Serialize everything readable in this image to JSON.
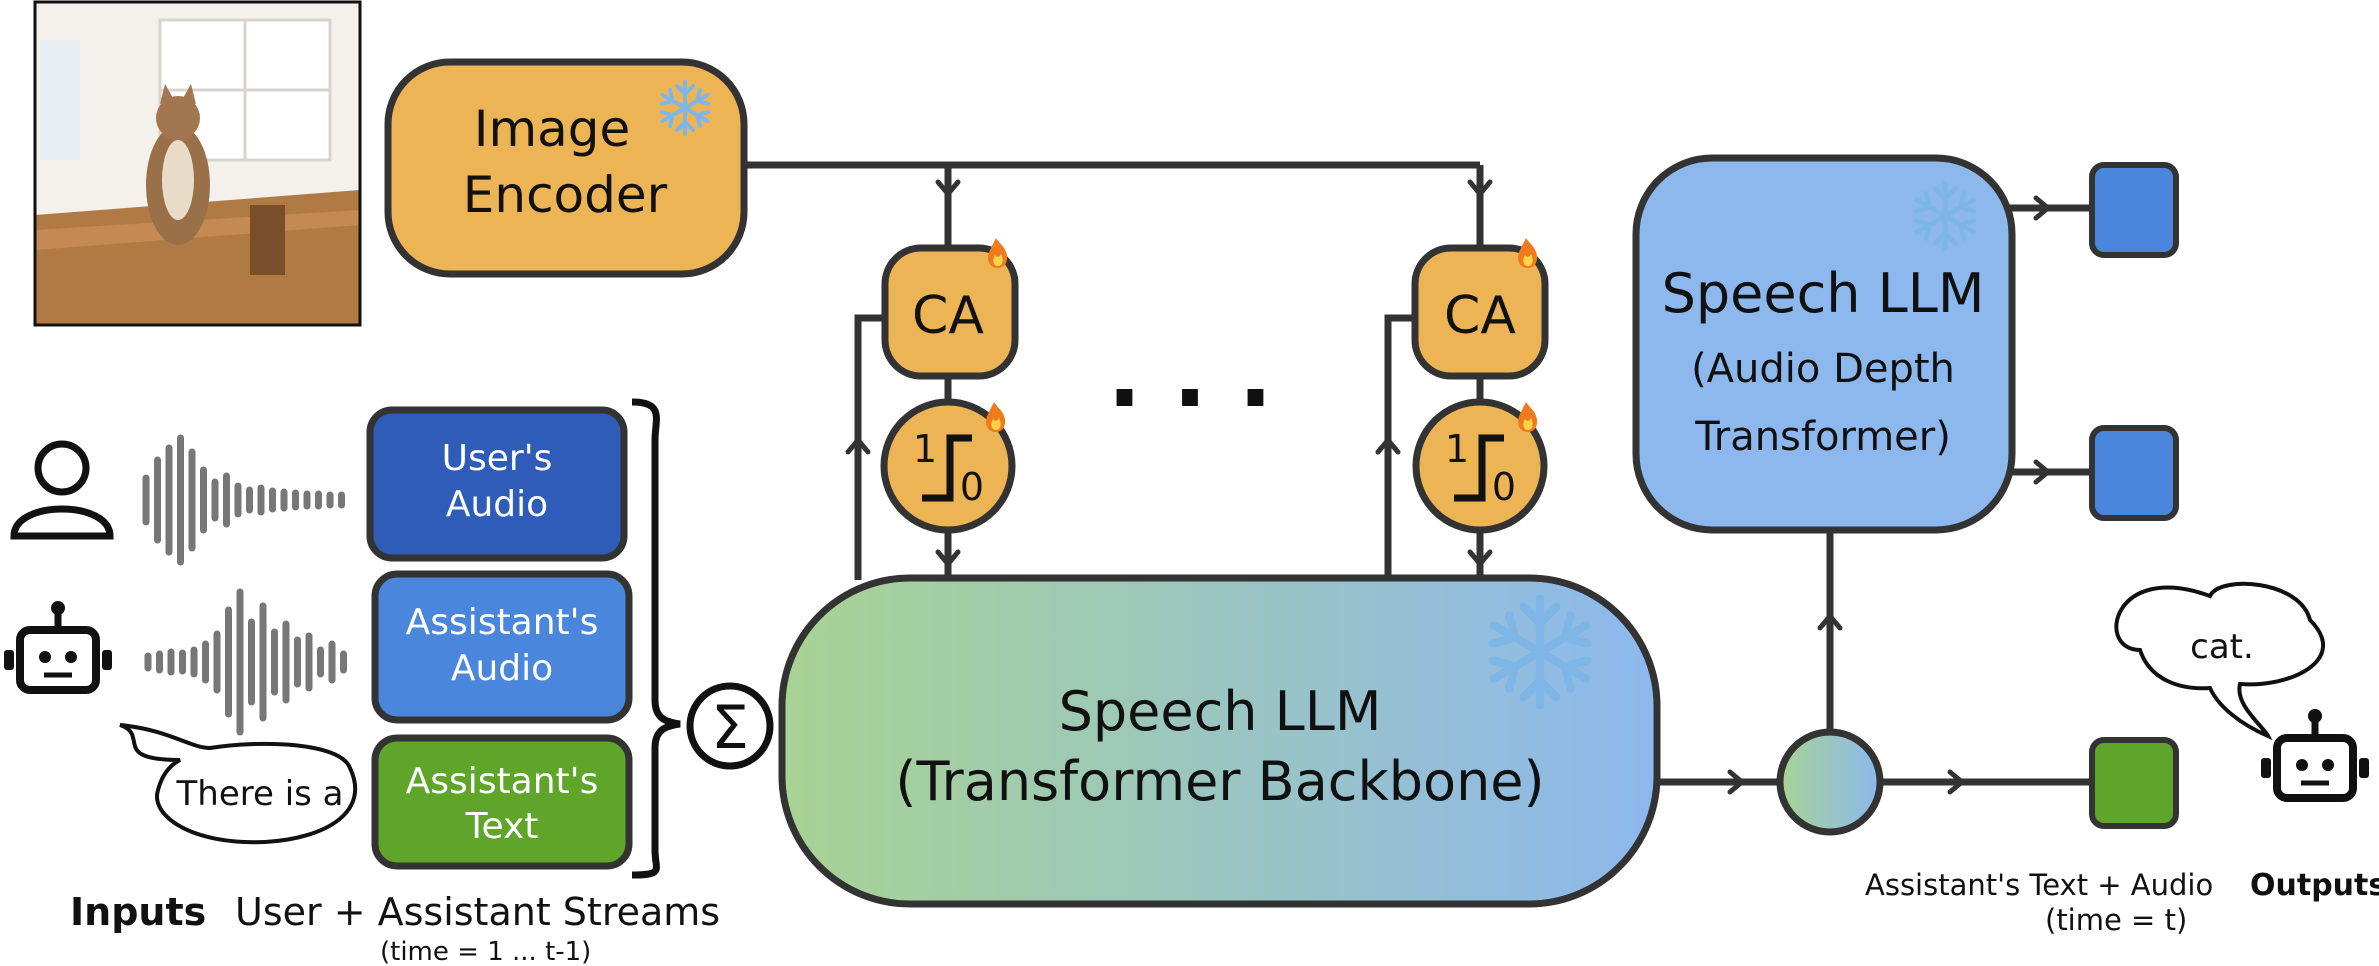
{
  "image_encoder": {
    "line1": "Image",
    "line2": "Encoder"
  },
  "ca_label": "CA",
  "gate": {
    "one": "1",
    "zero": "0"
  },
  "ellipsis": ". . .",
  "streams": {
    "user_audio": {
      "line1": "User's",
      "line2": "Audio"
    },
    "assistant_audio": {
      "line1": "Assistant's",
      "line2": "Audio"
    },
    "assistant_text": {
      "line1": "Assistant's",
      "line2": "Text"
    }
  },
  "speech_bubble_input": "There is a",
  "sum_symbol": "Σ",
  "backbone": {
    "line1": "Speech LLM",
    "line2": "(Transformer Backbone)"
  },
  "depth": {
    "line1": "Speech LLM",
    "line2": "(Audio Depth",
    "line3": "Transformer)"
  },
  "speech_bubble_output": "cat.",
  "inputs_label": {
    "bold": "Inputs",
    "text": "User + Assistant Streams",
    "sub": "(time = 1 ... t-1)"
  },
  "outputs_label": {
    "bold": "Outputs",
    "text": "Assistant's Text + Audio",
    "sub": "(time = t)"
  },
  "colors": {
    "orange": "#EDB455",
    "dark_blue": "#2F5CB8",
    "mid_blue": "#4A86DC",
    "green": "#5FA52A",
    "light_blue": "#8DB8EE",
    "backbone_left": "#A8D394",
    "backbone_right": "#8DB8EE",
    "snowflake": "#7FB6E8",
    "stroke": "#333333"
  }
}
